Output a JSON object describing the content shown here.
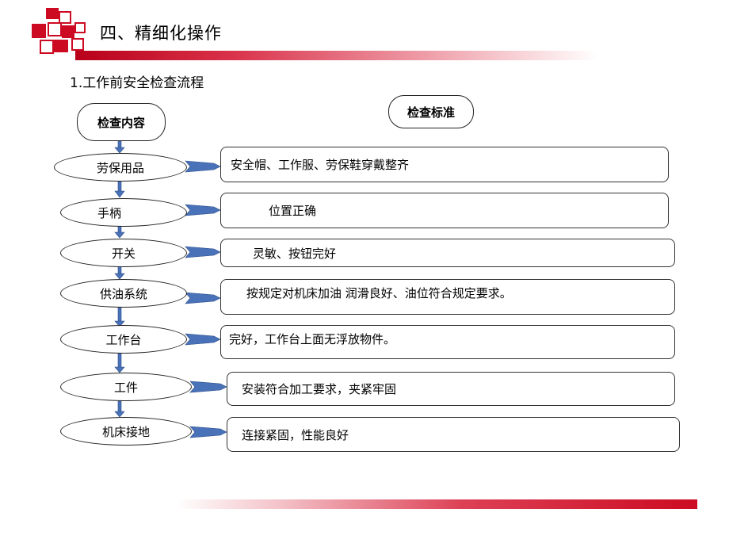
{
  "header": {
    "title": "四、精细化操作",
    "subtitle": "1.工作前安全检查流程"
  },
  "flow": {
    "left_header": "检查内容",
    "right_header": "检查标准",
    "items": [
      {
        "item": "劳保用品",
        "standard": "安全帽、工作服、劳保鞋穿戴整齐"
      },
      {
        "item": "手柄",
        "standard": "位置正确"
      },
      {
        "item": "开关",
        "standard": "灵敏、按钮完好"
      },
      {
        "item": "供油系统",
        "standard": "按规定对机床加油  润滑良好、油位符合规定要求。"
      },
      {
        "item": "工作台",
        "standard": "完好，工作台上面无浮放物件。"
      },
      {
        "item": "工件",
        "standard": "安装符合加工要求，夹紧牢固"
      },
      {
        "item": "机床接地",
        "standard": "连接紧固，性能良好"
      }
    ]
  },
  "colors": {
    "accent_red": "#cc0b22",
    "arrow_blue": "#4a72b8"
  }
}
